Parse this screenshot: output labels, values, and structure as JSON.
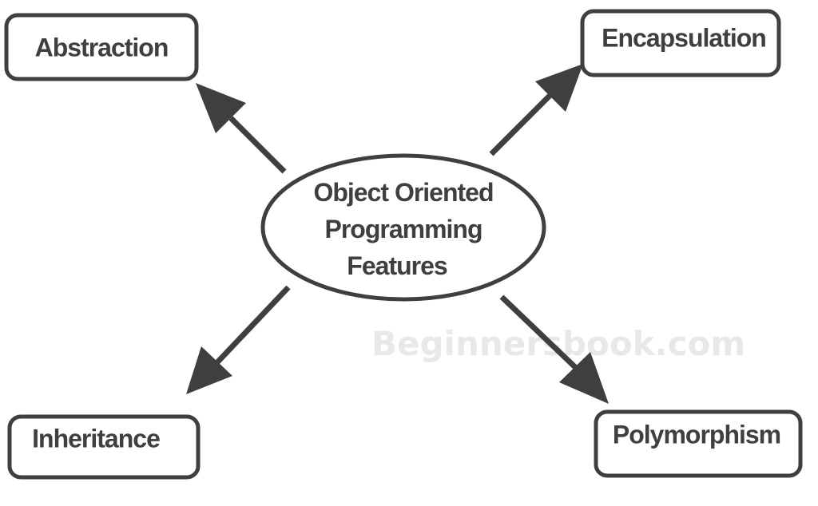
{
  "center": {
    "line1": "Object Oriented",
    "line2": "Programming",
    "line3": "Features"
  },
  "features": {
    "top_left": "Abstraction",
    "top_right": "Encapsulation",
    "bottom_left": "Inheritance",
    "bottom_right": "Polymorphism"
  },
  "watermark": "Beginnersbook.com",
  "colors": {
    "stroke": "#3f3f3f",
    "text": "#3f3f3f",
    "watermark": "#e8e8e8"
  }
}
